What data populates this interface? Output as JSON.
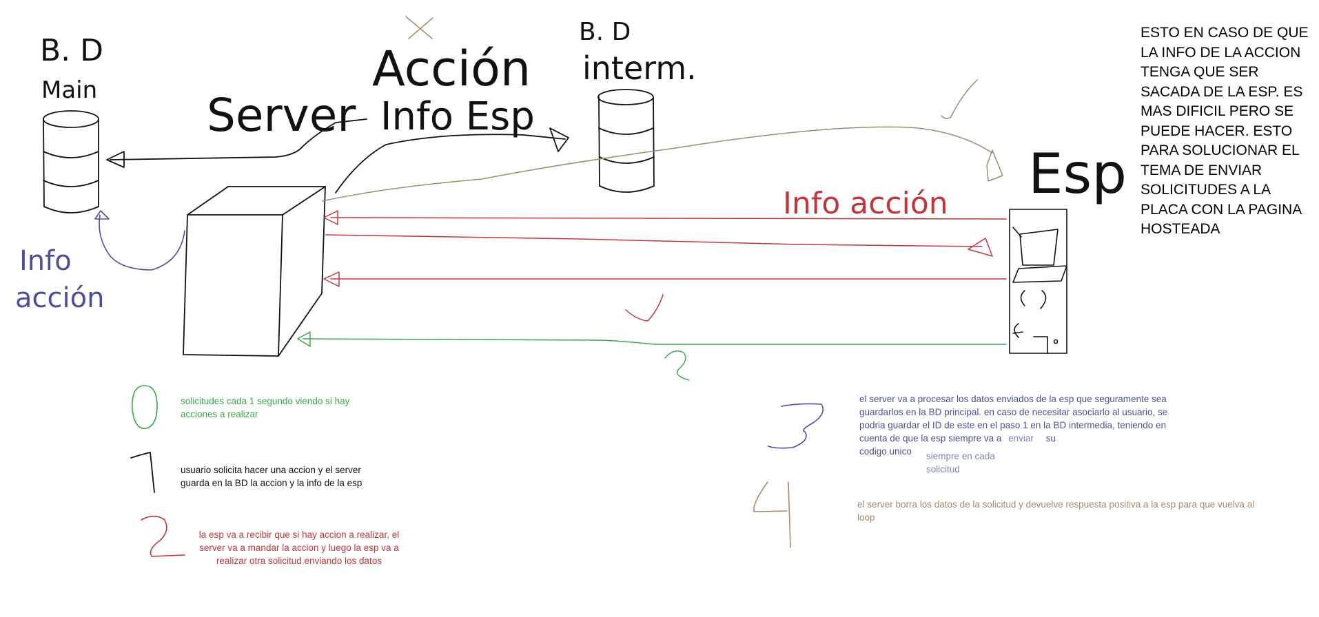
{
  "labels": {
    "bd_main_top": "B. D",
    "bd_main_bottom": "Main",
    "bd_interm_top": "B. D",
    "bd_interm_bottom": "interm.",
    "accion": "Acción",
    "server": "Server",
    "info_esp": "Info Esp",
    "esp": "Esp",
    "info_accion_right": "Info acción",
    "info_accion_left_top": "Info",
    "info_accion_left_bottom": "acción",
    "num_0": "0",
    "num_1": "1",
    "num_2": "2",
    "num_3": "3",
    "num_4": "4",
    "cross_mark": "×",
    "check_mark": "✓"
  },
  "notes": {
    "header": "ESTO EN CASO DE QUE LA INFO DE LA ACCION TENGA QUE SER SACADA DE LA ESP. ES MAS DIFICIL PERO SE PUEDE HACER. ESTO PARA SOLUCIONAR EL TEMA DE ENVIAR SOLICITUDES A LA PLACA CON LA PAGINA HOSTEADA",
    "step0": "solicitudes cada 1 segundo viendo si hay acciones a realizar",
    "step1": "usuario solicita hacer una accion y el server guarda en la BD la accion y la info de la esp",
    "step2": "la esp va a recibir que si hay accion a realizar, el server va a mandar la accion y luego la esp va a realizar otra solicitud enviando los datos",
    "step3_main": "el server va a procesar los datos enviados de la esp que seguramente sea guardarlos en la BD principal. en caso de necesitar asociarlo al usuario, se podria guardar el ID de este en el paso 1 en la BD intermedia, teniendo en cuenta de que la esp siempre va a",
    "step3_enviar": "enviar",
    "step3_su": "su",
    "step3_codigo": "codigo unico",
    "step3_insert": "siempre en cada solicitud",
    "step4": "el server borra los datos de la solicitud y devuelve respuesta positiva a la esp para que vuelva al loop"
  },
  "colors": {
    "black": "#111111",
    "green": "#3aa64a",
    "red": "#c0363c",
    "blue_purple": "#4b4f9a",
    "slate_blue": "#7a86b8",
    "tan": "#a8896a",
    "brown_olive": "#9b8c74"
  }
}
